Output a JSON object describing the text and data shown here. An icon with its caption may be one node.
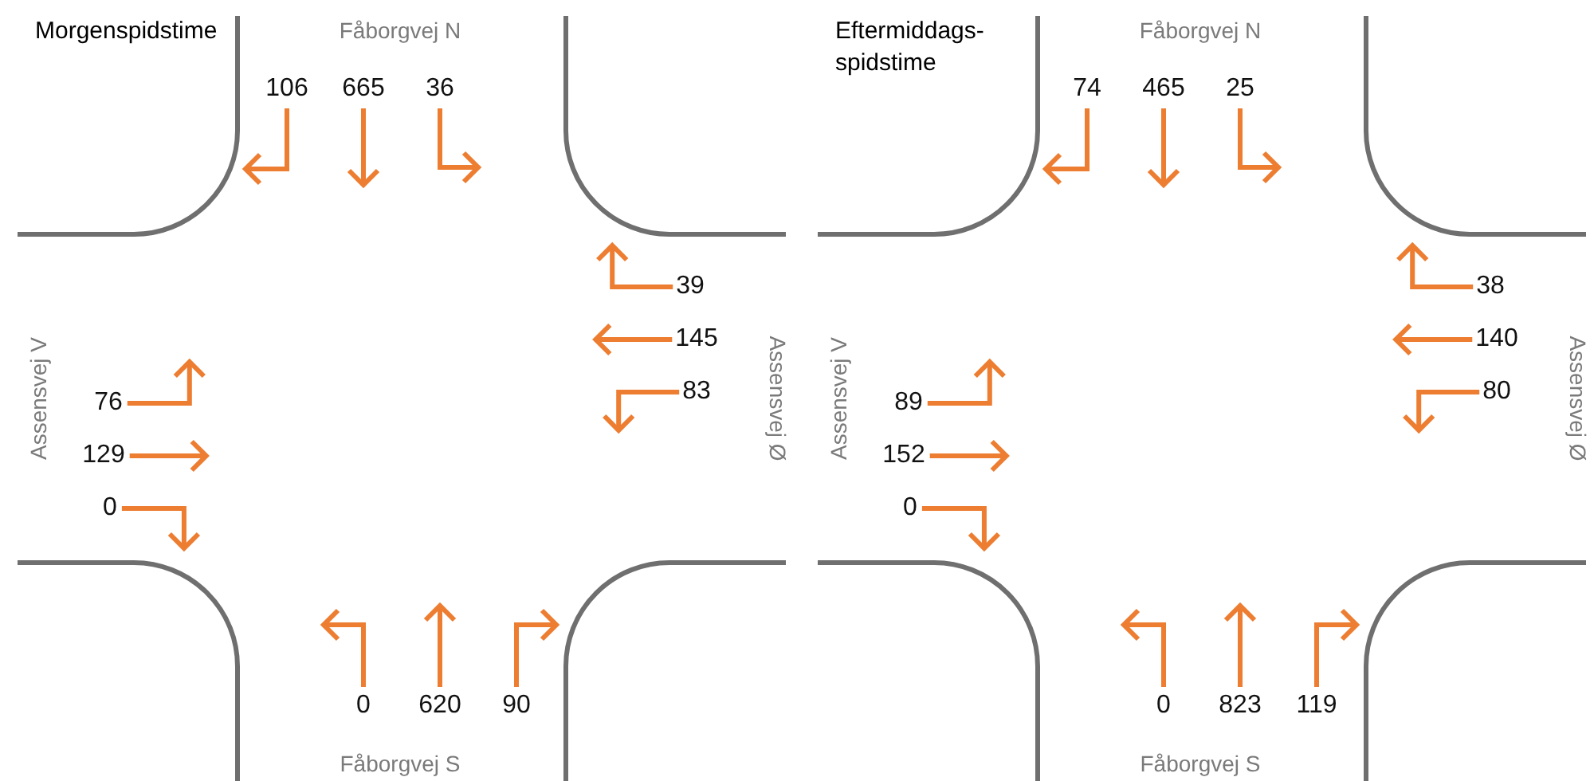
{
  "diagram": {
    "labels": [
      "Morgenspidstime",
      "Fåborgvej N",
      "106",
      "665",
      "36",
      "39",
      "145",
      "83",
      "Assensvej V",
      "Assensvej Ø",
      "76",
      "129",
      "0",
      "0",
      "620",
      "90",
      "Fåborgvej S",
      "Eftermiddags- spidstime",
      "Fåborgvej N",
      "74",
      "465",
      "25",
      "38",
      "140",
      "80",
      "Assensvej V",
      "Assensvej Ø",
      "89",
      "152",
      "0",
      "0",
      "823",
      "119",
      "Fåborgvej S"
    ]
  }
}
